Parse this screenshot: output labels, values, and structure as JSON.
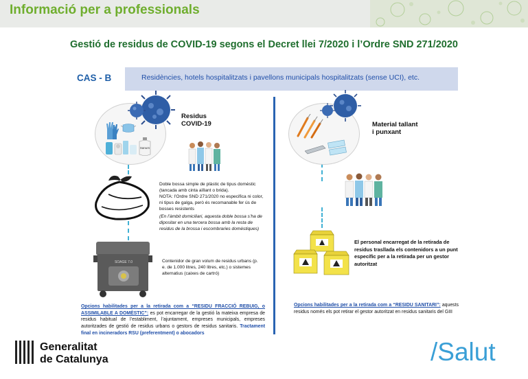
{
  "header": {
    "title": "Informació per a professionals"
  },
  "main_title": "Gestió de residus de COVID-19 segons el Decret llei 7/2020 i l’Ordre SND 271/2020",
  "case": {
    "label": "CAS - B",
    "description": "Residències, hotels hospitalitzats i pavellons municipals hospitalitzats (sense UCI), etc."
  },
  "left": {
    "residus_label": [
      "Residus",
      "COVID-19"
    ],
    "bag_text_1": "Doble bossa simple de plàstic de tipus domèstic (tancada amb cinta aïllant o brida).",
    "bag_text_2": "NOTA: l’Ordre SND 271/2020 no especifica ni color, ni tipus de galga, però és recomanable fer ús de bosses resistents",
    "bag_text_3": "(En l’àmbit domiciliari, aquesta doble bossa s’ha de dipositar en una tercera bossa amb la resta de residus de la brossa i escombraries domèstiques)",
    "container_text": "Contenidor de gran volum de residus urbans (p. e. de 1.000 litres, 240 litres, etc.) o sistemes alternatius (caixes de cartró)",
    "container_brand": "SOAGE 7.0",
    "bottle_label": "Sanum",
    "options_underlined": "Opcions habilitades per a la retirada com a “RESIDU FRACCIÓ REBUIG, o ASSIMILABLE A DOMÈSTIC”:",
    "options_rest": " es pot encarregar de la gestió la mateixa empresa de residus habitual de l’establiment, l’ajuntament, empreses municipals, empreses autoritzades de gestió de residus urbans o gestors de residus sanitaris.",
    "options_bold": " Tractament final en incineradors RSU (preferentment) o abocadors"
  },
  "right": {
    "material_label": [
      "Material tallant",
      "i punxant"
    ],
    "personnel_text": "El personal encarregat de la retirada de residus trasllada els contenidors a un punt específic per a la retirada per un gestor autoritzat",
    "options_underlined": "Opcions habilitades per a la retirada com a “RESIDU SANITARI”:",
    "options_rest": " aquests residus només els pot retirar el gestor autoritzat en residus sanitaris del GIII"
  },
  "footer": {
    "gov_line1": "Generalitat",
    "gov_line2": "de Catalunya",
    "salut": "/Salut"
  },
  "colors": {
    "green_title": "#6fae2e",
    "dark_green": "#1f6e2e",
    "blue": "#1f5fa8",
    "light_blue_box": "#cfd8ec",
    "salut_blue": "#3a9fd6",
    "dashed_cyan": "#3fb0d4"
  },
  "icons": [
    "virus-icon",
    "gloves-icon",
    "mask-icon",
    "tissue-icon",
    "bottle-icon",
    "bag-icon",
    "container-icon",
    "syringe-icon",
    "slides-icon",
    "sharps-bin-icon",
    "medical-staff-icon",
    "generalitat-logo-icon"
  ]
}
